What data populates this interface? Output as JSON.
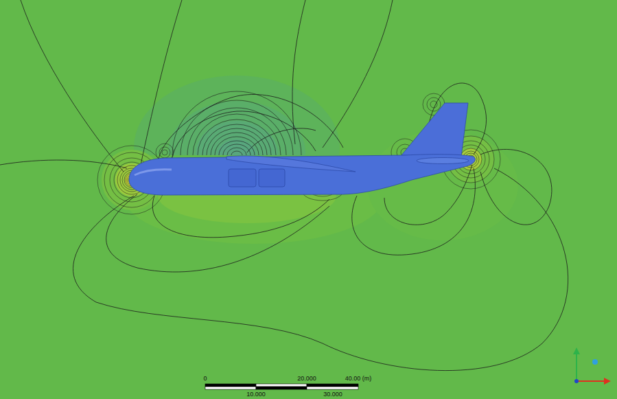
{
  "diagram": {
    "labels": [
      "0",
      "20.000",
      "40.00 (m)",
      "10.000",
      "30.000"
    ]
  }
}
